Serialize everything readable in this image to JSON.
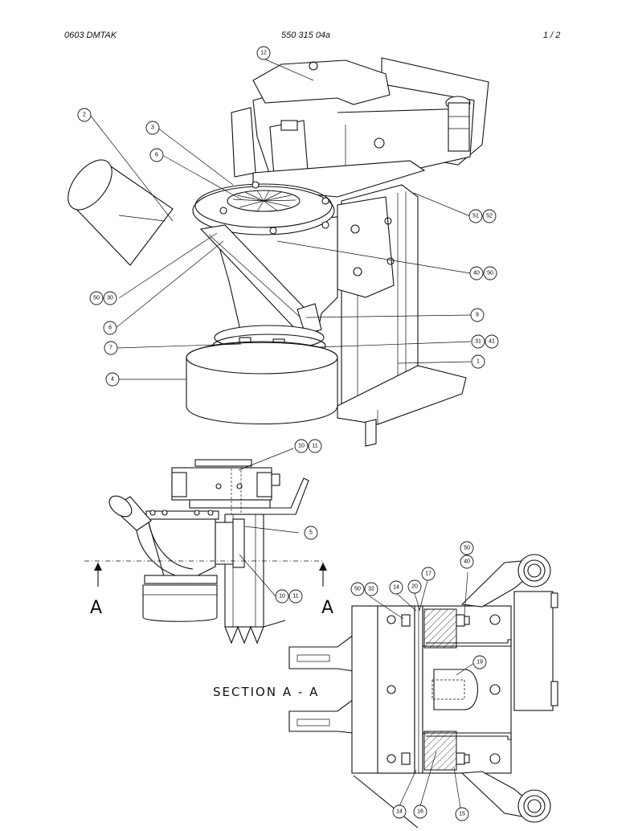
{
  "header": {
    "left": "0603 DMTAK",
    "center": "550 315 04a",
    "right": "1 /  2"
  },
  "labels": {
    "section_title": "SECTION A - A",
    "section_mark_left": "A",
    "section_mark_right": "A"
  },
  "balloons": {
    "b12": "12",
    "b2": "2",
    "b3": "3",
    "b6": "6",
    "b51": "51",
    "b52": "52",
    "b40": "40",
    "b50": "50",
    "b50b": "50",
    "b30": "30",
    "b9": "9",
    "b8": "8",
    "b7": "7",
    "b31": "31",
    "b41": "41",
    "b1": "1",
    "b4": "4",
    "b10": "10",
    "b11": "11",
    "b5": "5",
    "b10b": "10",
    "b11b": "11",
    "b50c": "50",
    "b40c": "40",
    "b17": "17",
    "b50d": "50",
    "b32": "32",
    "b14": "14",
    "b20": "20",
    "b19": "19",
    "b14b": "14",
    "b16": "16",
    "b15": "15"
  }
}
